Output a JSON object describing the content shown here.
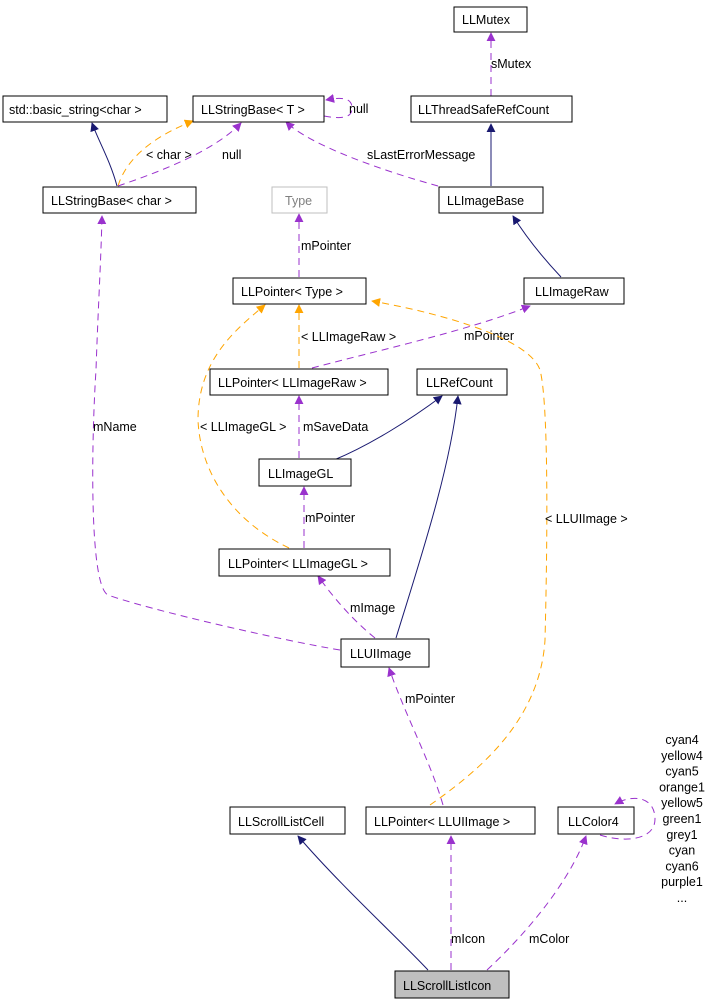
{
  "nodes": {
    "llmutex": "LLMutex",
    "std_basic_string": "std::basic_string<char >",
    "llstringbase_t": "LLStringBase< T >",
    "llthreadsaferefcount": "LLThreadSafeRefCount",
    "llstringbase_char": "LLStringBase< char >",
    "type": "Type",
    "llimagebase": "LLImageBase",
    "llpointer_type": "LLPointer< Type >",
    "llimageraw": "LLImageRaw",
    "llpointer_llimageraw": "LLPointer< LLImageRaw >",
    "llrefcount": "LLRefCount",
    "llimagegl": "LLImageGL",
    "llpointer_llimagegl": "LLPointer< LLImageGL >",
    "lluiimage": "LLUIImage",
    "llscrolllistcell": "LLScrollListCell",
    "llpointer_lluiimage": "LLPointer< LLUIImage >",
    "llcolor4": "LLColor4",
    "llscrolllisticon": "LLScrollListIcon"
  },
  "edge_labels": {
    "smutex": "sMutex",
    "null_self": "null",
    "char_tmpl": "< char >",
    "null_use": "null",
    "slasterrormessage": "sLastErrorMessage",
    "mpointer_type": "mPointer",
    "llimageraw_tmpl": "< LLImageRaw >",
    "mpointer_raw": "mPointer",
    "mname": "mName",
    "llimagegl_tmpl": "< LLImageGL >",
    "msavedata": "mSaveData",
    "mpointer_gl": "mPointer",
    "lluiimage_tmpl": "< LLUIImage >",
    "mimage": "mImage",
    "mpointer_ui": "mPointer",
    "micon": "mIcon",
    "mcolor": "mColor"
  },
  "llcolor4_static_members": [
    "cyan4",
    "yellow4",
    "cyan5",
    "orange1",
    "yellow5",
    "green1",
    "grey1",
    "cyan",
    "cyan6",
    "purple1",
    "..."
  ],
  "colors": {
    "inheritance_edge": "#191970",
    "member_edge": "#9a32cd",
    "template_edge": "#ffa500",
    "focus_node_fill": "#bfbfbf"
  }
}
